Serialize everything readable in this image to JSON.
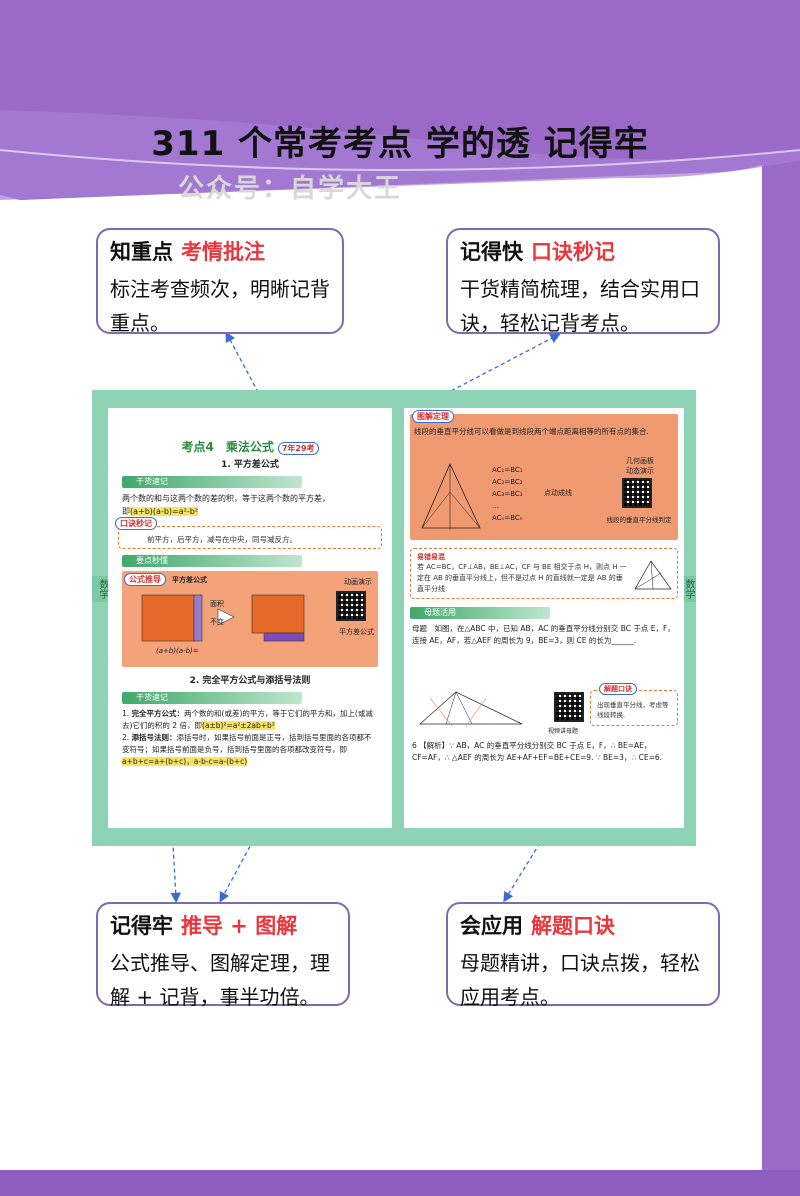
{
  "header": {
    "title": "311 个常考考点 学的透 记得牢",
    "watermark": "公众号：自学大王"
  },
  "callouts": {
    "top_left": {
      "key": "知重点",
      "red": "考情批注",
      "lines": [
        "标注考查频次，明晰记背",
        "重点。"
      ]
    },
    "top_right": {
      "key": "记得快",
      "red": "口诀秒记",
      "lines": [
        "干货精简梳理，结合实用口",
        "诀，轻松记背考点。"
      ]
    },
    "bottom_left": {
      "key": "记得牢",
      "red": "推导 + 图解",
      "lines": [
        "公式推导、图解定理，理",
        "解 + 记背，事半功倍。"
      ]
    },
    "bottom_right": {
      "key": "会应用",
      "red": "解题口诀",
      "lines": [
        "母题精讲，口诀点拨，轻松",
        "应用考点。"
      ]
    }
  },
  "left_page": {
    "kd_title": "考点4　乘法公式",
    "kd_tag": "7年29考",
    "sub1": "1. 平方差公式",
    "sec_gan": "干货速记",
    "gan_text1": "两个数的和与这两个数的差的积，等于这两个数的平方差，",
    "gan_text2_pre": "即",
    "gan_formula": "(a+b)(a-b)=a²-b²",
    "koujue_label": "口诀秒记",
    "koujue_text": "前平方，后平方，减号在中央，同号减反方。",
    "sec_yaodian": "要点秒懂",
    "gongshi_label": "公式推导",
    "gongshi_title": "平方差公式",
    "area_label": "面积",
    "area_label2": "不变",
    "demo_label": "动画演示",
    "demo_sub": "平方差公式",
    "panel_formula": "(a+b)(a-b)=",
    "sub2": "2. 完全平方公式与添括号法则",
    "sec_gan2": "干货速记",
    "item1_title": "完全平方公式：",
    "item1_text": "两个数的和(或差)的平方，等于它们的平方和，加上(或减去)它们的积的 2 倍，即",
    "item1_formula": "(a±b)²=a²±2ab+b²",
    "item2_title": "添括号法则：",
    "item2_text": "添括号时，如果括号前面是正号，括到括号里面的各项都不变符号；如果括号前面是负号，括到括号里面的各项都改变符号，即",
    "item2_formula": "a+b+c=a+(b+c)，a-b-c=a-(b+c)",
    "side_tab": "数学"
  },
  "right_page": {
    "tujie_label": "图解定理",
    "tujie_text": "线段的垂直平分线可以看做是到线段两个端点距离相等的所有点的集合.",
    "eq1": "AC₁=BC₁",
    "eq2": "AC₂=BC₂",
    "eq3": "AC₃=BC₃",
    "eq_dots": "…",
    "eq4": "ACₙ=BCₙ",
    "dots_label": "点动成线",
    "geo_label": "几何画板",
    "geo_demo": "动态演示",
    "geo_sub": "线段的垂直平分线判定",
    "yicuo_label": "易错易混",
    "yicuo_text": "若 AC=BC，CF⊥AB，BE⊥AC，CF 与 BE 相交于点 H，则点 H 一定在 AB 的垂直平分线上，但不是过点 H 的直线就一定是 AB 的垂直平分线.",
    "sec_mu": "母题活用",
    "mu_text": "母题　如图，在△ABC 中，已知 AB，AC 的垂直平分线分别交 BC 于点 E，F，连接 AE，AF，若△AEF 的周长为 9，BE=3，则 CE 的长为______.",
    "jieti_label": "解题口诀",
    "jieti_text": "出现垂直平分线，考虑等线段转换.",
    "qr_label": "视频讲母题",
    "answer": "6 【解析】∵ AB，AC 的垂直平分线分别交 BC 于点 E，F，∴ BE=AE，CF=AF，∴ △AEF 的周长为 AE+AF+EF=BE+CE=9. ∵ BE=3，∴ CE=6.",
    "side_tab": "数学"
  },
  "colors": {
    "purple": "#9b6ac9",
    "red": "#e8383d",
    "green": "#8fd3b6",
    "orange": "#f3a27a",
    "blue_dash": "#3a6bd8"
  }
}
